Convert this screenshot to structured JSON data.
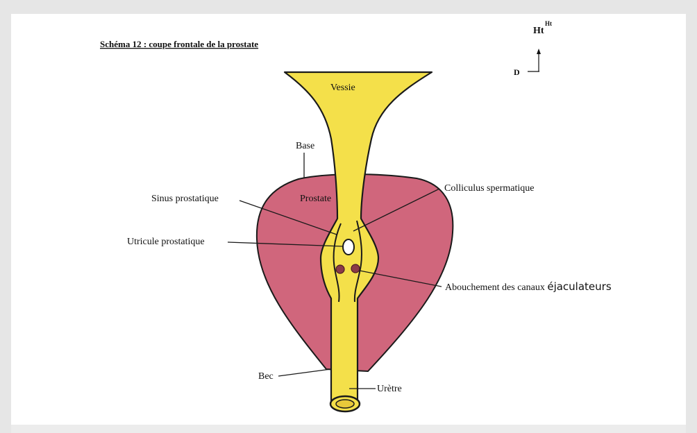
{
  "title": "Schéma 12 : coupe frontale de la prostate",
  "orientation": {
    "superior": "Ht",
    "superior_exponent": "Ht",
    "side": "D"
  },
  "labels": {
    "bladder": "Vessie",
    "base": "Base",
    "prostate": "Prostate",
    "sinus": "Sinus prostatique",
    "colliculus": "Colliculus spermatique",
    "utricle": "Utricule prostatique",
    "ejaculatory_ducts_part1": "Abouchement des canaux ",
    "ejaculatory_ducts_part2": "éjaculateurs",
    "apex": "Bec",
    "urethra": "Urètre"
  },
  "colors": {
    "prostate_fill": "#d0667c",
    "urethra_fill": "#f4e04a",
    "outline": "#1a1a1a",
    "duct_openings": "#8a3a48"
  }
}
